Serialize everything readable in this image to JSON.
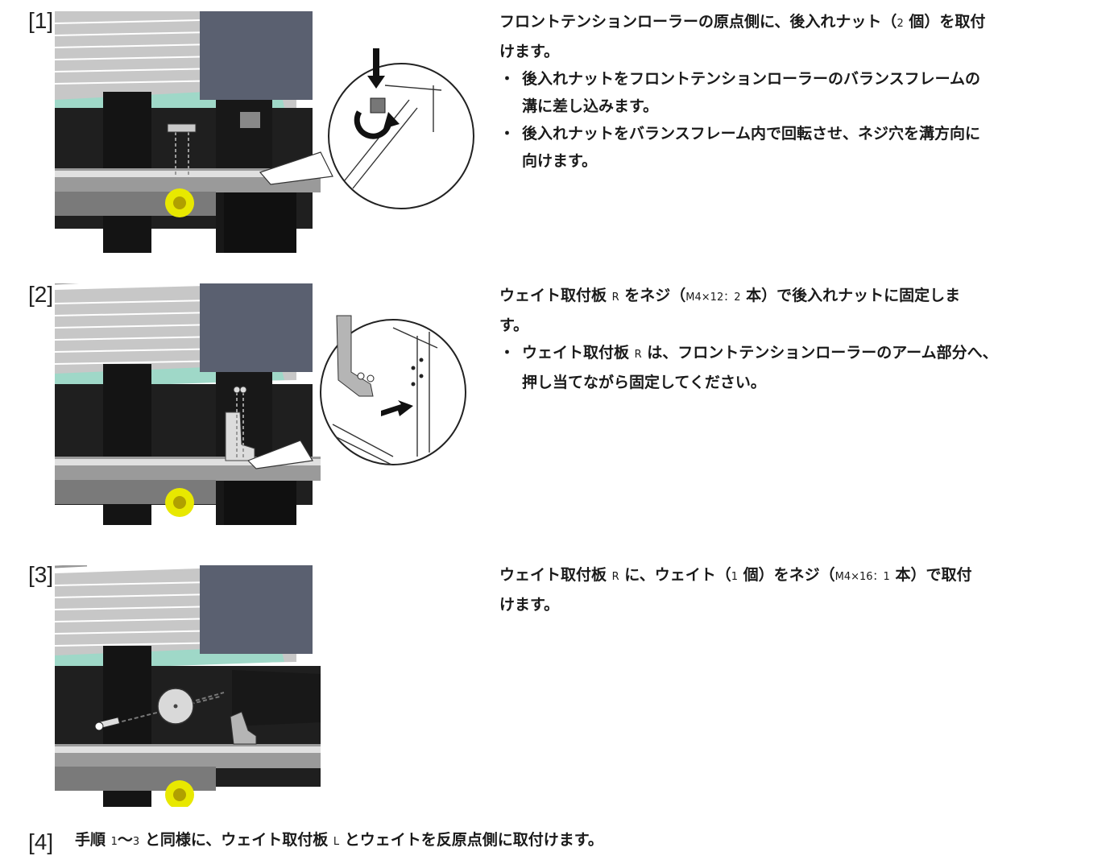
{
  "steps": [
    {
      "num": "[1]",
      "intro_a": "フロントテンションローラーの原点側に、後入れナット（",
      "intro_qty": "2",
      "intro_b": " 個）を取付",
      "intro_c": "けます。",
      "bullets": [
        {
          "mark": "・",
          "lines": [
            "後入れナットをフロントテンションローラーのバランスフレームの",
            "溝に差し込みます。"
          ]
        },
        {
          "mark": "・",
          "lines": [
            "後入れナットをバランスフレーム内で回転させ、ネジ穴を溝方向に",
            "向けます。"
          ]
        }
      ]
    },
    {
      "num": "[2]",
      "intro_a": "ウェイト取付板 ",
      "intro_r": "R",
      "intro_b": " をネジ（",
      "intro_spec": "M4×12：2",
      "intro_c": " 本）で後入れナットに固定しま",
      "intro_d": "す。",
      "bullet_mark": "・",
      "bullet_a": "ウェイト取付板 ",
      "bullet_r": "R",
      "bullet_b": " は、フロントテンションローラーのアーム部分へ、",
      "bullet_c": "押し当てながら固定してください。"
    },
    {
      "num": "[3]",
      "intro_a": "ウェイト取付板 ",
      "intro_r": "R",
      "intro_b": " に、ウェイト（",
      "intro_qty": "1",
      "intro_c": " 個）をネジ（",
      "intro_spec": "M4×16：1",
      "intro_d": " 本）で取付",
      "intro_e": "けます。"
    },
    {
      "num": "[4]",
      "text_a": "手順 ",
      "text_r1": "1",
      "text_b": "～",
      "text_r2": "3",
      "text_c": " と同様に、ウェイト取付板 ",
      "text_l": "L",
      "text_d": " とウェイトを反原点側に取付けます。"
    }
  ]
}
